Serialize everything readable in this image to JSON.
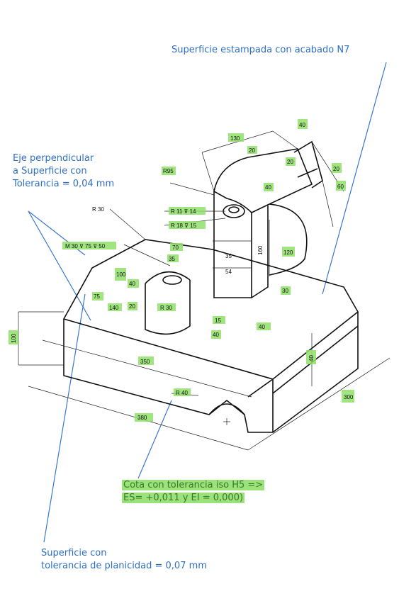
{
  "annotations": {
    "surface_finish": "Superficie estampada con acabado N7",
    "perpendicular": [
      "Eje perpendicular",
      "a Superficie con",
      "Tolerancia = 0,04 mm"
    ],
    "iso_tolerance": [
      "Cota con tolerancia iso H5 =>",
      "ES= +0,011 y  EI = 0,000)"
    ],
    "flatness": [
      "Superficie con",
      "tolerancia de planicidad = 0,07 mm"
    ]
  },
  "dimensions": {
    "d130": "130",
    "d20": "20",
    "d40top": "40",
    "d20b": "20",
    "d60": "60",
    "d20c": "20",
    "r95": "R95",
    "r30a": "R 30",
    "r11": "R 11 ⊽ 14",
    "r18": "R 18 ⊽ 15",
    "m30": "M 30 ⊽ 75 ⊽ 50",
    "d70": "70",
    "d35a": "35",
    "d35b": "35",
    "d54": "54",
    "d160": "160",
    "d100a": "100",
    "d120": "120",
    "d75": "75",
    "d40a": "40",
    "d140": "140",
    "d20d": "20",
    "r30b": "R 30",
    "d15": "15",
    "d40b": "40",
    "d30": "30",
    "d40c": "40",
    "d100b": "100",
    "d350": "350",
    "r40": "R 40",
    "d380": "380",
    "d300": "300",
    "d40d": "40"
  },
  "colors": {
    "blue": "#2f6fc4",
    "green_hl": "#8fe06a"
  }
}
